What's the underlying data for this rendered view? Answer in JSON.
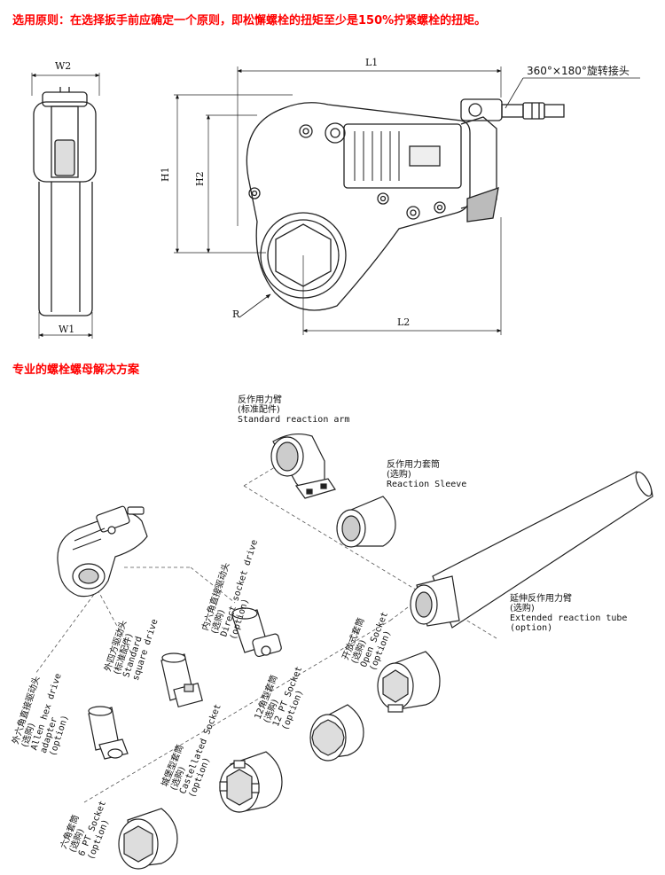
{
  "header_note": "选用原则：在选择扳手前应确定一个原则，即松懈螺栓的扭矩至少是150%拧紧螺栓的扭矩。",
  "section_title": "专业的螺栓螺母解决方案",
  "dimensions": {
    "w2": "W2",
    "w1": "W1",
    "l1": "L1",
    "l2": "L2",
    "h1": "H1",
    "h2": "H2",
    "r": "R",
    "swivel": "360°×180°旋转接头"
  },
  "parts": {
    "reaction_arm": {
      "cn": "反作用力臂",
      "opt": "(标准配件)",
      "en": "Standard reaction arm"
    },
    "reaction_sleeve": {
      "cn": "反作用力套筒",
      "opt": "(选购)",
      "en": "Reaction Sleeve"
    },
    "extended_tube": {
      "cn": "延伸反作用力臂",
      "opt": "(选购)",
      "en": "Extended reaction tube",
      "en2": "(option)"
    },
    "direct_socket": {
      "cn": "内六角直接驱动头",
      "opt": "(选购)",
      "en": "Direct socket drive",
      "en2": "(option)"
    },
    "square_drive": {
      "cn": "外四方驱动头",
      "opt": "(标准配件)",
      "en": "Standard",
      "en2": "square drive"
    },
    "allen_hex": {
      "cn": "外六角直接驱动头",
      "opt": "(选购)",
      "en": "Allen hex drive",
      "en2": "adapter",
      "en3": "(option)"
    },
    "open_socket": {
      "cn": "开放式套筒",
      "opt": "(选购)",
      "en": "Open Socket",
      "en2": "(option)"
    },
    "socket_12pt": {
      "cn": "12角型套筒",
      "opt": "(选购)",
      "en": "12 PT Socket",
      "en2": "(option)"
    },
    "castellated": {
      "cn": "城堡型套筒",
      "opt": "(选购)",
      "en": "Castellated Socket",
      "en2": "(option)"
    },
    "socket_6pt": {
      "cn": "六角套筒",
      "opt": "(选购)",
      "en": "6 PT Socket",
      "en2": "(option)"
    }
  }
}
